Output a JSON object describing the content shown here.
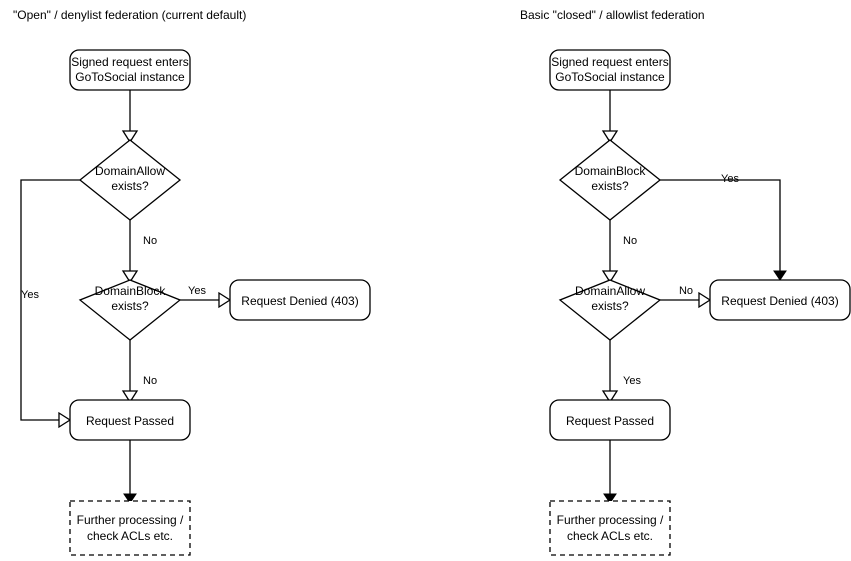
{
  "diagram": {
    "kind": "flowchart",
    "background_color": "#ffffff",
    "stroke_color": "#000000",
    "text_color": "#000000",
    "columns": [
      {
        "id": "denylist",
        "title": "\"Open\" / denylist federation (current default)",
        "nodes": {
          "start": "Signed request enters\nGoToSocial instance",
          "start_line1": "Signed request enters",
          "start_line2": "GoToSocial instance",
          "decision1_line1": "DomainAllow",
          "decision1_line2": "exists?",
          "decision2_line1": "DomainBlock",
          "decision2_line2": "exists?",
          "denied": "Request Denied (403)",
          "passed": "Request Passed",
          "further_line1": "Further processing /",
          "further_line2": "check ACLs etc."
        },
        "edge_labels": {
          "allow_yes": "Yes",
          "allow_no": "No",
          "block_yes": "Yes",
          "block_no": "No"
        }
      },
      {
        "id": "allowlist",
        "title": "Basic \"closed\" / allowlist federation",
        "nodes": {
          "start": "Signed request enters\nGoToSocial instance",
          "start_line1": "Signed request enters",
          "start_line2": "GoToSocial instance",
          "decision1_line1": "DomainBlock",
          "decision1_line2": "exists?",
          "decision2_line1": "DomainAllow",
          "decision2_line2": "exists?",
          "denied": "Request Denied (403)",
          "passed": "Request Passed",
          "further_line1": "Further processing /",
          "further_line2": "check ACLs etc."
        },
        "edge_labels": {
          "block_yes": "Yes",
          "block_no": "No",
          "allow_no": "No",
          "allow_yes": "Yes"
        }
      }
    ]
  }
}
